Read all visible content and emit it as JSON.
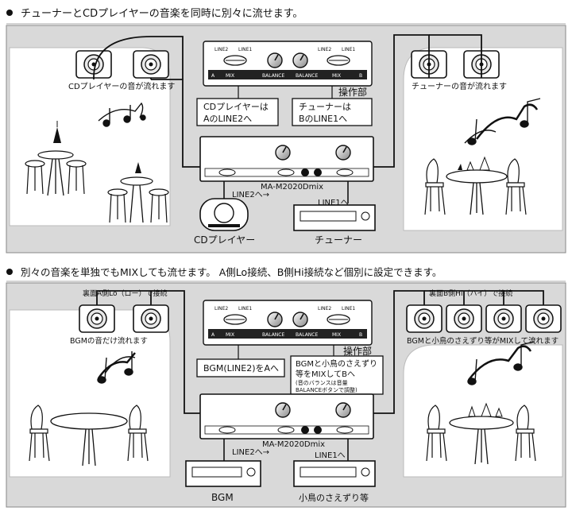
{
  "section1": {
    "header": "チューナーとCDプレイヤーの音楽を同時に別々に流せます。",
    "left_room_caption": "CDプレイヤーの音が流れます",
    "right_room_caption": "チューナーの音が流れます",
    "panel_label": "操作部",
    "callout_left": [
      "CDプレイヤーは",
      "AのLINE2へ"
    ],
    "callout_right": [
      "チューナーは",
      "BのLINE1へ"
    ],
    "amp_model": "MA-M2020Dmix",
    "line2_label": "LINE2へ→",
    "line1_label": "LINE1へ",
    "source_left": "CDプレイヤー",
    "source_right": "チューナー"
  },
  "section2": {
    "header": "別々の音楽を単独でもMIXしても流せます。 A側Lo接続、B側Hi接続など個別に設定できます。",
    "left_top_label": "裏面A側Lo（ロー）で接続",
    "right_top_label": "裏面B側Hi（ハイ）で接続",
    "left_room_caption": "BGMの音だけ流れます",
    "right_room_caption": "BGMと小鳥のさえずり等がMIXして流れます",
    "panel_label": "操作部",
    "callout_left": [
      "BGM(LINE2)をAへ"
    ],
    "callout_right": [
      "BGMと小鳥のさえずり",
      "等をMIXしてBへ",
      "(音のバランスは音量",
      "BALANCEボタンで調整)"
    ],
    "amp_model": "MA-M2020Dmix",
    "line2_label": "LINE2へ→",
    "line1_label": "LINE1へ",
    "source_left": "BGM",
    "source_right": "小鳥のさえずり等"
  },
  "panel": {
    "line2_left": "LINE2",
    "line1_left": "LINE1",
    "line2_right": "LINE2",
    "line1_right": "LINE1",
    "a_label": "A",
    "b_label": "B",
    "mix": "MIX",
    "balance": "BALANCE"
  }
}
